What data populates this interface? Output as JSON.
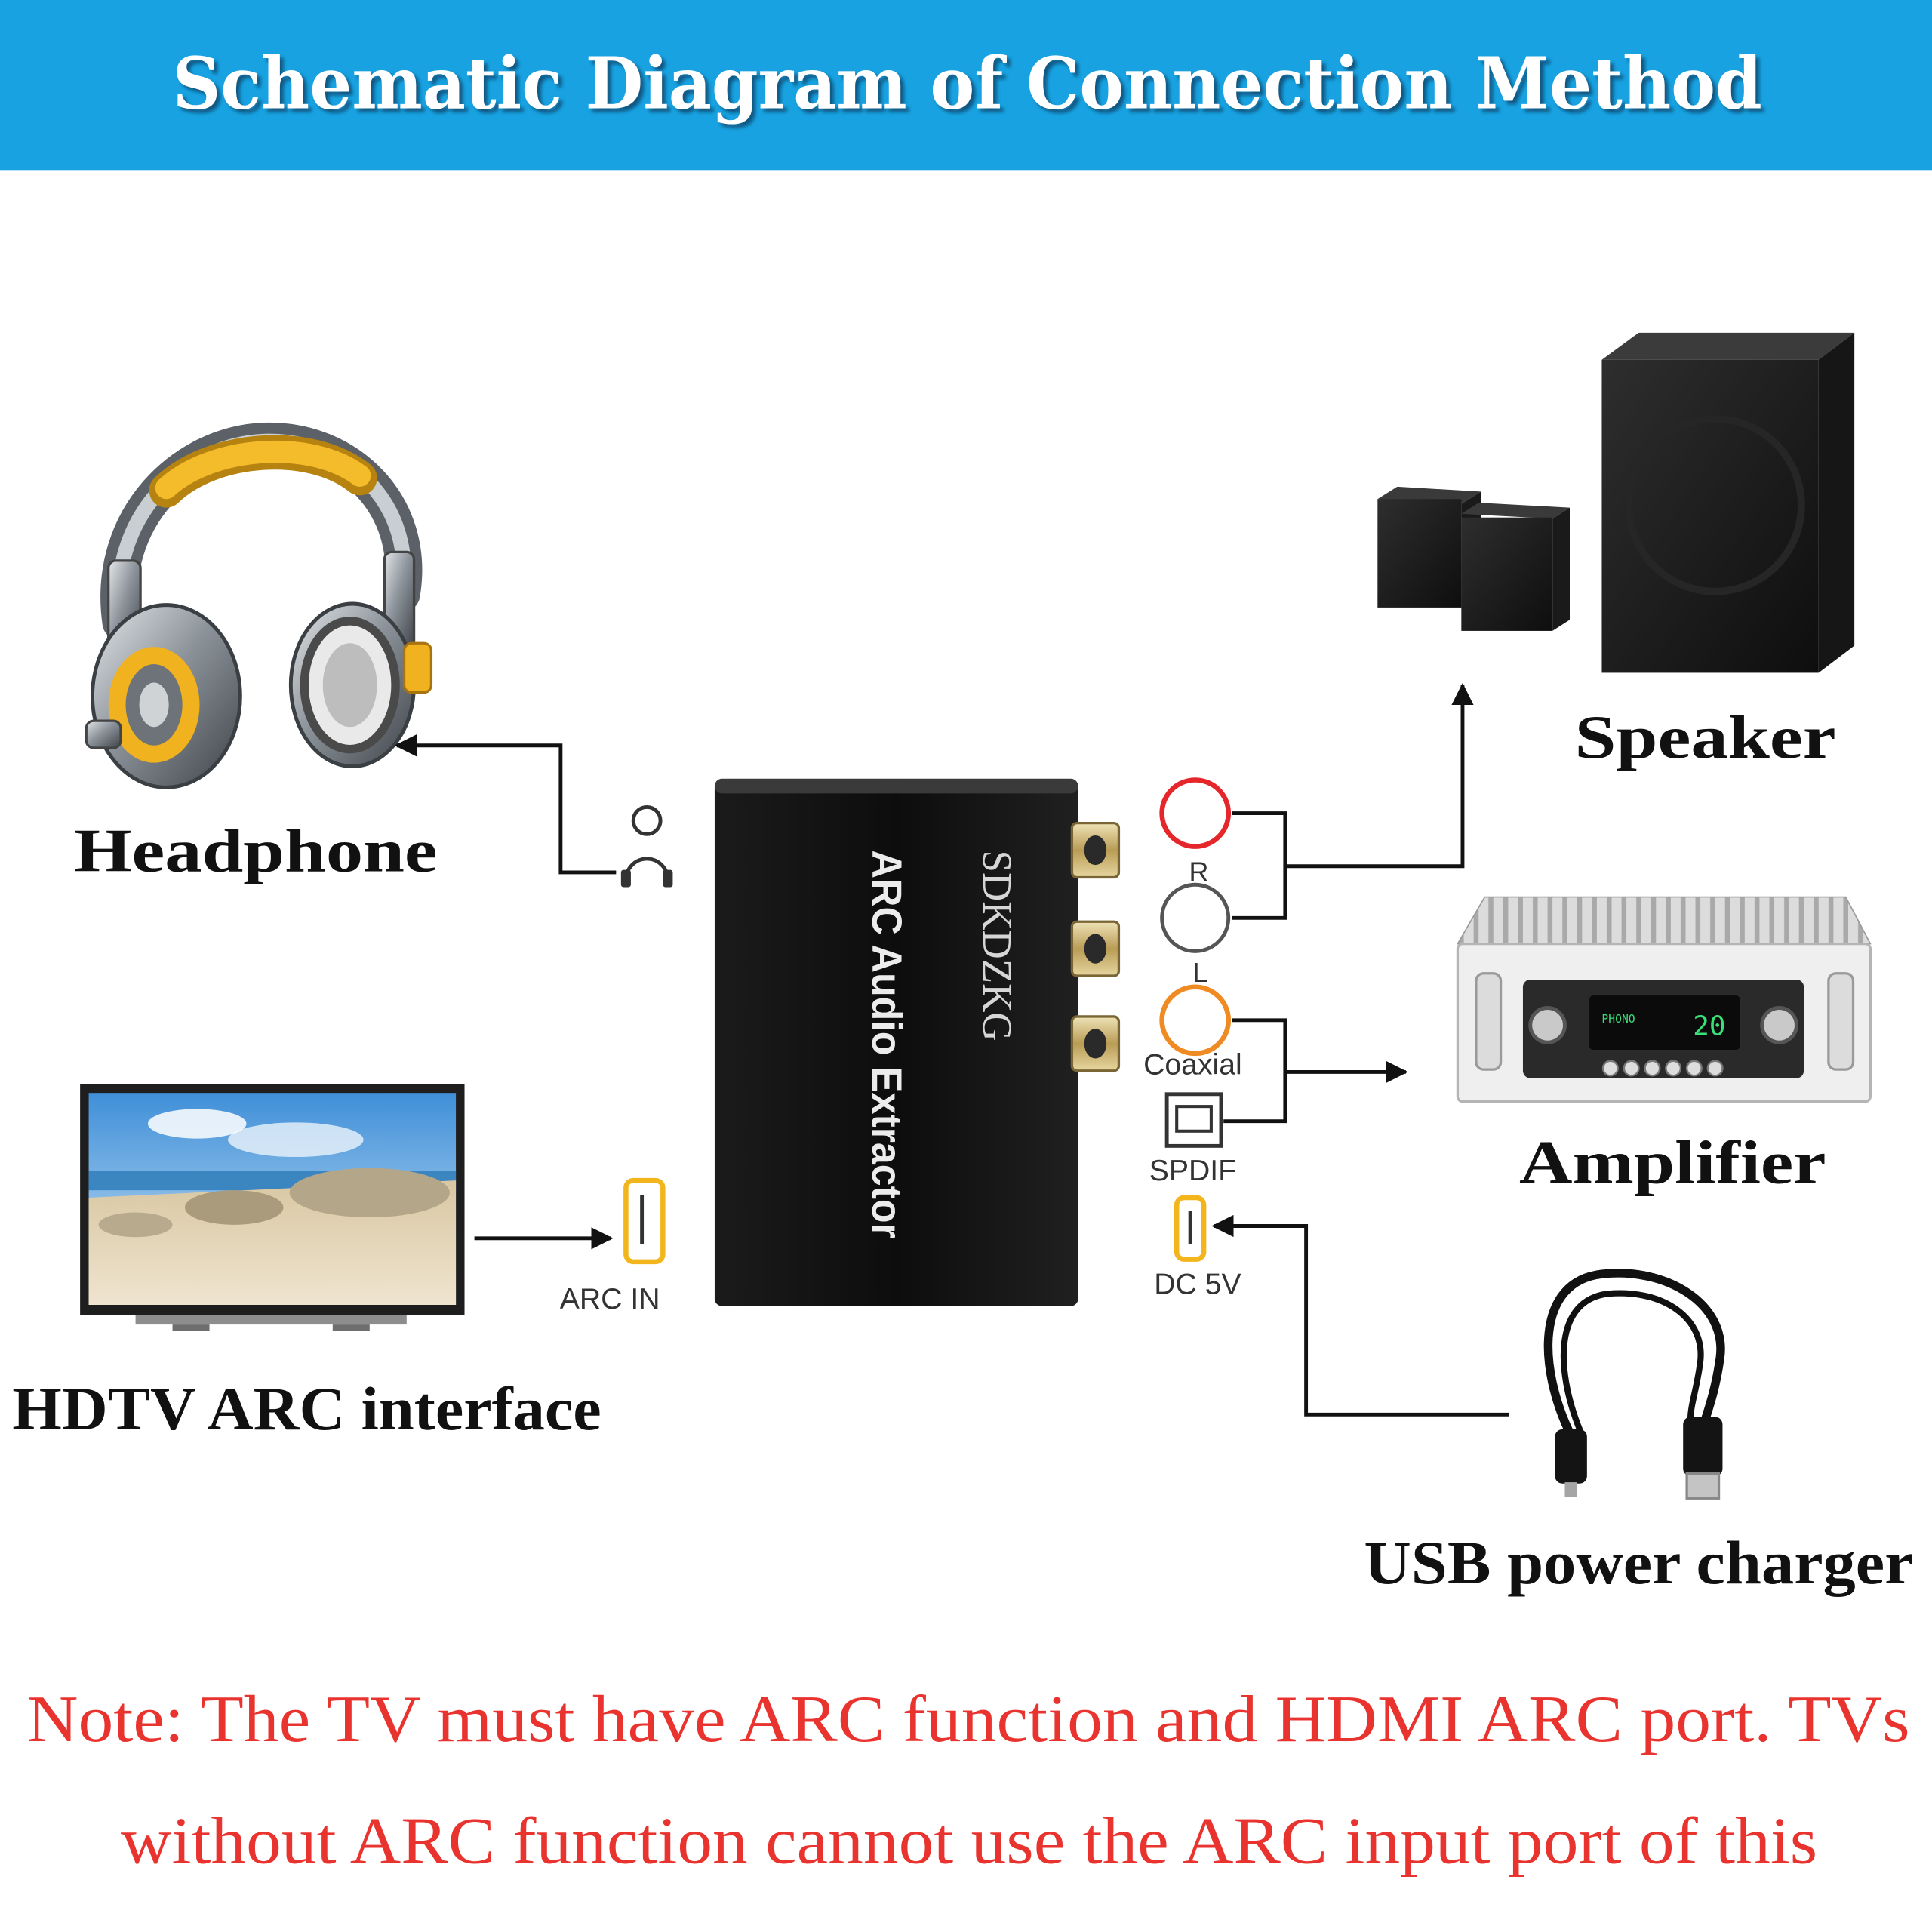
{
  "title": "Schematic Diagram of Connection Method",
  "devices": {
    "headphone": "Headphone",
    "speaker": "Speaker",
    "amplifier": "Amplifier",
    "tv": "HDTV ARC interface",
    "usb_charger": "USB power charger"
  },
  "extractor": {
    "brand": "SDKDZKG",
    "name": "ARC Audio Extractor"
  },
  "ports": {
    "r": "R",
    "l": "L",
    "coaxial": "Coaxial",
    "spdif": "SPDIF",
    "dc": "DC 5V",
    "arc_in": "ARC IN"
  },
  "amplifier_display": {
    "mode": "PHONO",
    "value": "20"
  },
  "note": [
    "Note: The TV must have ARC function and HDMI ARC port. TVs",
    "without ARC function cannot use the ARC input port of this"
  ],
  "colors": {
    "header": "#18a2e1",
    "note": "#e8332e",
    "port_r": "#e5262a",
    "port_coaxial": "#f08a22",
    "port_hdmi": "#f2b51c"
  },
  "icons": [
    "headphone-jack-icon",
    "rca-r-icon",
    "rca-l-icon",
    "coaxial-icon",
    "spdif-icon",
    "dc-port-icon",
    "hdmi-port-icon"
  ]
}
